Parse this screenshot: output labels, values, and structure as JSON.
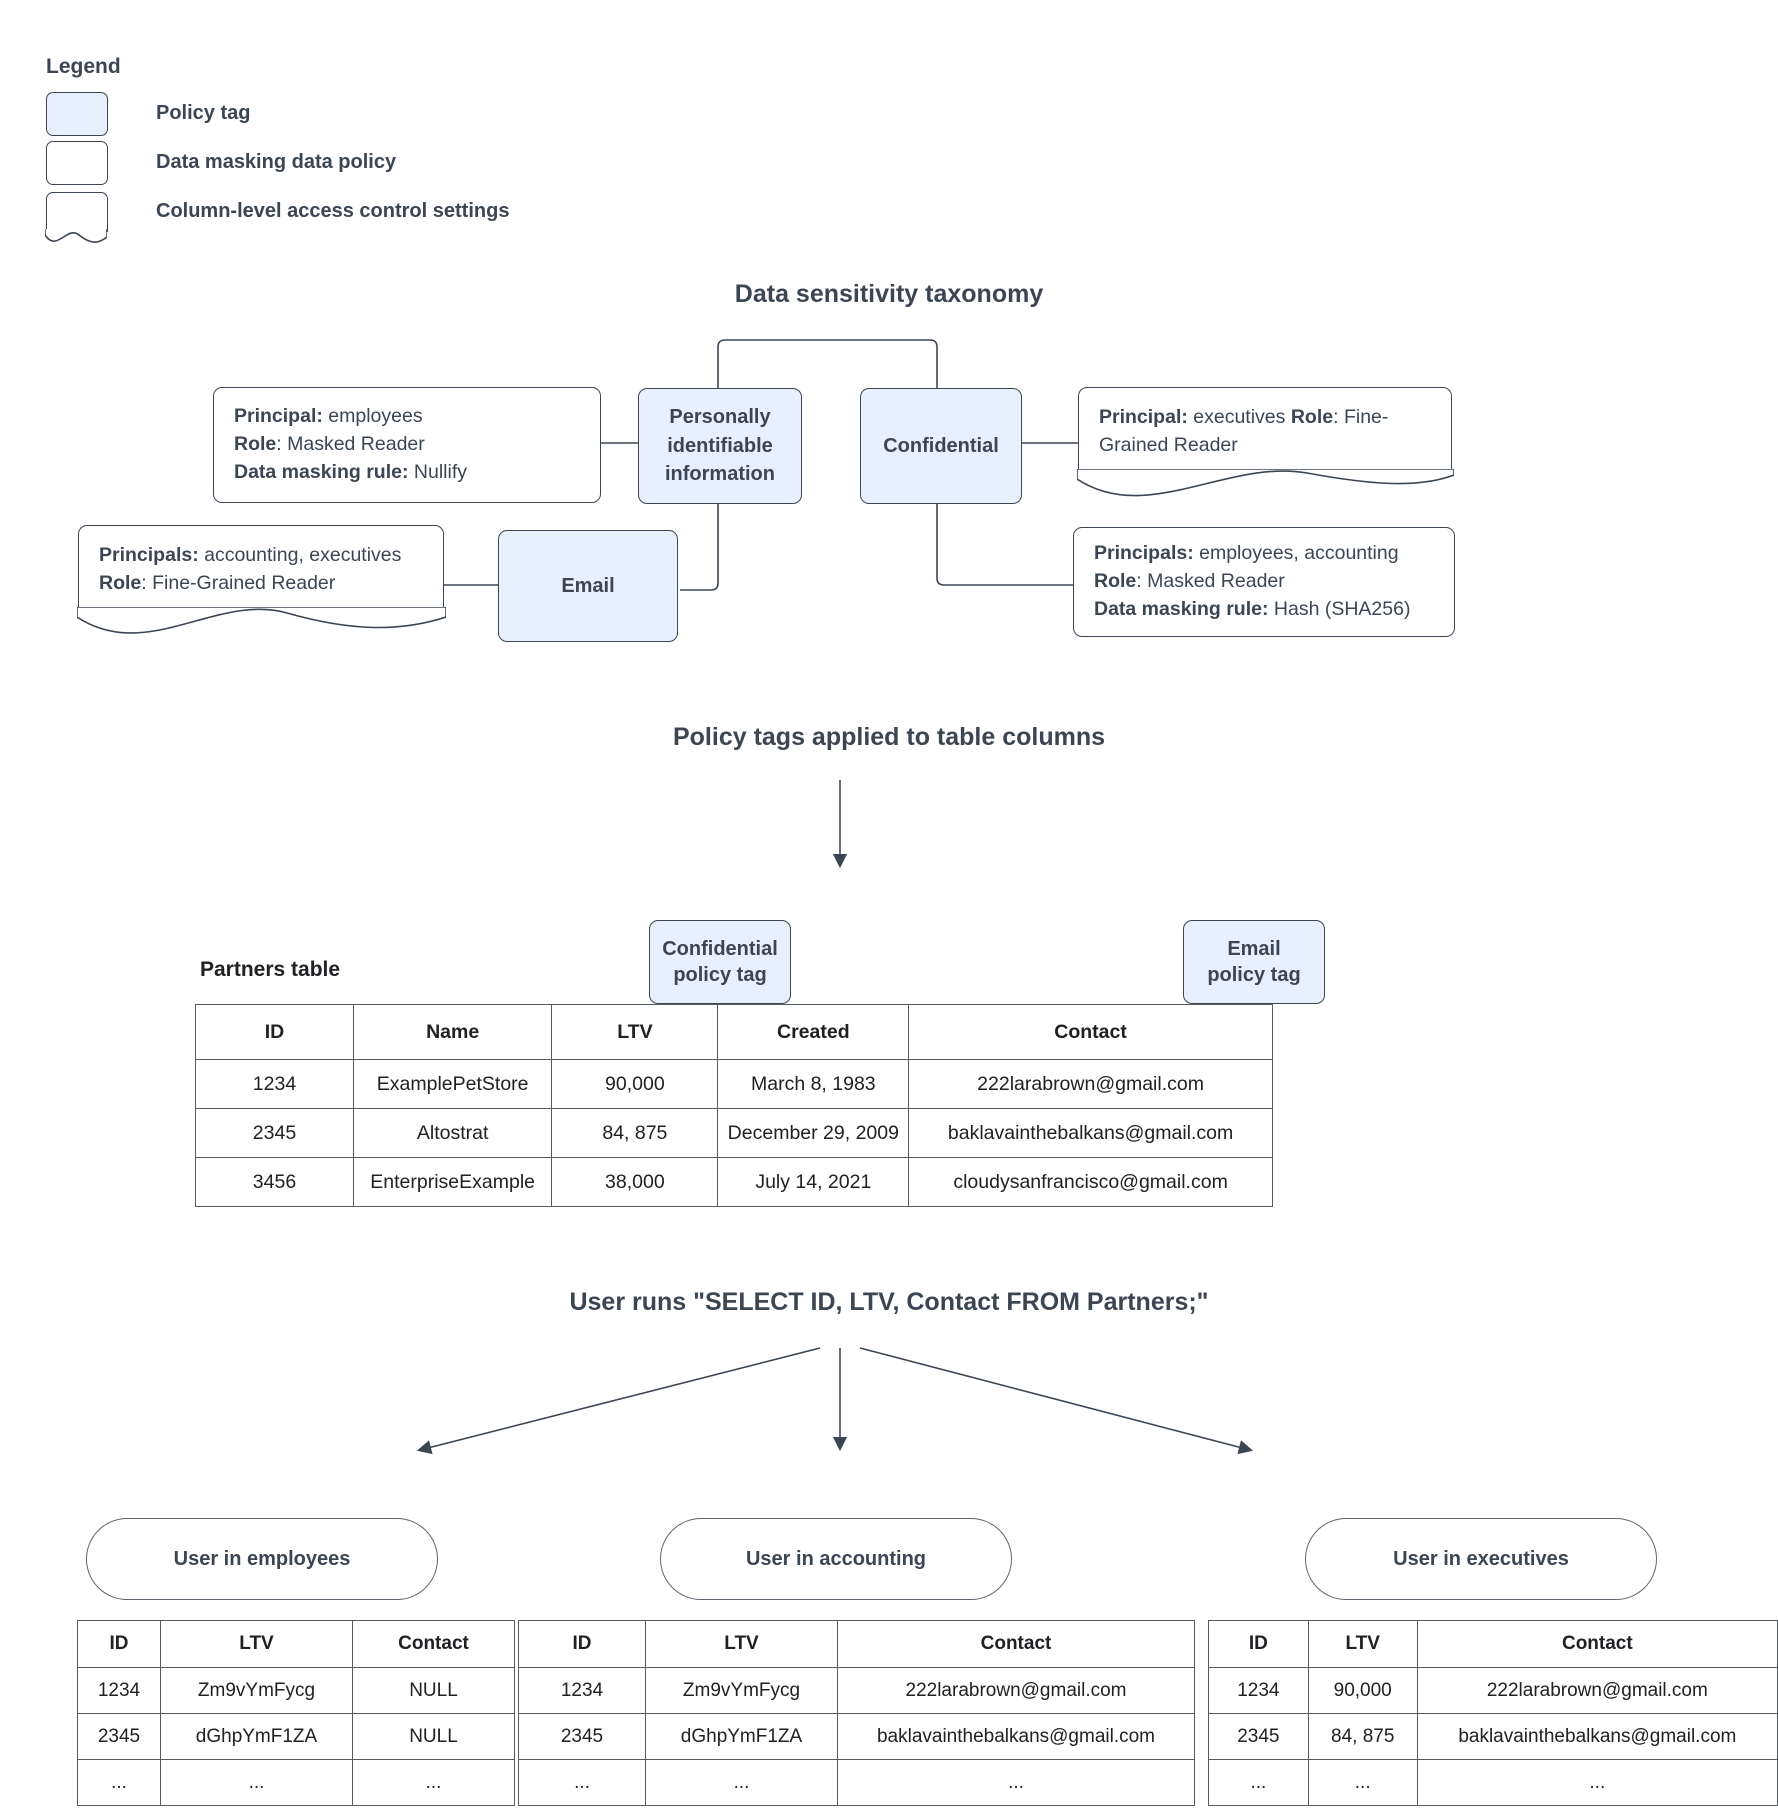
{
  "legend": {
    "title": "Legend",
    "items": [
      {
        "label": "Policy tag",
        "swatch": "policy-tag"
      },
      {
        "label": "Data masking data policy",
        "swatch": "data-masking-policy"
      },
      {
        "label": "Column-level access control settings",
        "swatch": "column-access-control"
      }
    ]
  },
  "sections": {
    "taxonomy_title": "Data sensitivity taxonomy",
    "policy_tags_title": "Policy tags applied to table columns",
    "query_title": "User runs \"SELECT ID, LTV, Contact FROM Partners;\""
  },
  "taxonomy": {
    "pii_tag": "Personally identifiable information",
    "confidential_tag": "Confidential",
    "email_tag": "Email",
    "pii_masking": {
      "line1_key": "Principal:",
      "line1_val": " employees",
      "line2_key": "Role",
      "line2_val": ": Masked Reader",
      "line3_key": "Data masking rule:",
      "line3_val": " Nullify"
    },
    "email_access": {
      "line1_key": "Principals:",
      "line1_val": " accounting, executives",
      "line2_key": "Role",
      "line2_val": ": Fine-Grained Reader"
    },
    "confidential_access": {
      "line1_key": "Principal:",
      "line1_val": " executives",
      "line2_key": "Role",
      "line2_val": ": Fine-Grained Reader"
    },
    "confidential_masking": {
      "line1_key": "Principals:",
      "line1_val": " employees, accounting",
      "line2_key": "Role",
      "line2_val": ": Masked Reader",
      "line3_key": "Data masking rule:",
      "line3_val": " Hash (SHA256)"
    }
  },
  "partners": {
    "label": "Partners table",
    "confidential_tag_line1": "Confidential",
    "confidential_tag_line2": "policy tag",
    "email_tag_line1": "Email",
    "email_tag_line2": "policy tag",
    "columns": [
      "ID",
      "Name",
      "LTV",
      "Created",
      "Contact"
    ],
    "rows": [
      [
        "1234",
        "ExamplePetStore",
        "90,000",
        "March 8, 1983",
        "222larabrown@gmail.com"
      ],
      [
        "2345",
        "Altostrat",
        "84, 875",
        "December 29, 2009",
        "baklavainthebalkans@gmail.com"
      ],
      [
        "3456",
        "EnterpriseExample",
        "38,000",
        "July 14, 2021",
        "cloudysanfrancisco@gmail.com"
      ]
    ]
  },
  "results": [
    {
      "pill": "User in employees",
      "columns": [
        "ID",
        "LTV",
        "Contact"
      ],
      "rows": [
        [
          "1234",
          "Zm9vYmFycg",
          "NULL"
        ],
        [
          "2345",
          "dGhpYmF1ZA",
          "NULL"
        ],
        [
          "...",
          "...",
          "..."
        ]
      ]
    },
    {
      "pill": "User in accounting",
      "columns": [
        "ID",
        "LTV",
        "Contact"
      ],
      "rows": [
        [
          "1234",
          "Zm9vYmFycg",
          "222larabrown@gmail.com"
        ],
        [
          "2345",
          "dGhpYmF1ZA",
          "baklavainthebalkans@gmail.com"
        ],
        [
          "...",
          "...",
          "..."
        ]
      ]
    },
    {
      "pill": "User in executives",
      "columns": [
        "ID",
        "LTV",
        "Contact"
      ],
      "rows": [
        [
          "1234",
          "90,000",
          "222larabrown@gmail.com"
        ],
        [
          "2345",
          "84, 875",
          "baklavainthebalkans@gmail.com"
        ],
        [
          "...",
          "...",
          "..."
        ]
      ]
    }
  ],
  "colors": {
    "policy_tag_fill": "#e8f0fe",
    "stroke": "#3c4653",
    "text": "#3c4653"
  }
}
